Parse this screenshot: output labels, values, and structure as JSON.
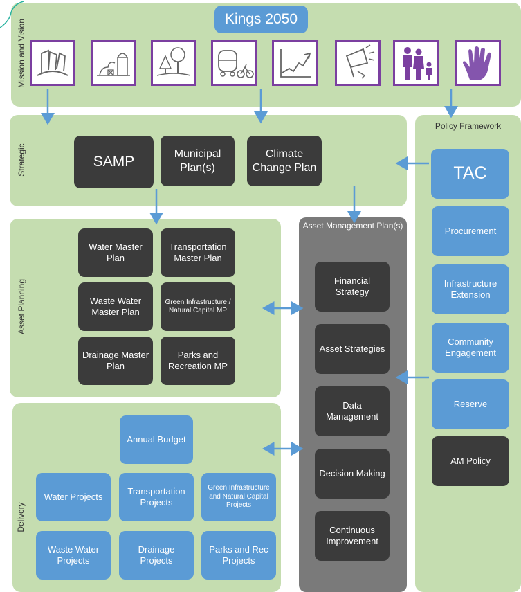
{
  "title": "Kings 2050",
  "sections": {
    "mission": "Mission and Vision",
    "strategic": "Strategic",
    "asset_planning": "Asset Planning",
    "delivery": "Delivery",
    "policy": "Policy Framework",
    "amp": "Asset Management Plan(s)"
  },
  "icons": [
    "buildings-icon",
    "barn-icon",
    "trees-icon",
    "transit-icon",
    "growth-chart-icon",
    "megaphone-icon",
    "family-icon",
    "hand-icon"
  ],
  "strategic": {
    "samp": "SAMP",
    "municipal": "Municipal Plan(s)",
    "climate": "Climate Change Plan"
  },
  "asset_planning": {
    "water": "Water Master Plan",
    "transportation": "Transportation Master Plan",
    "wastewater": "Waste Water Master Plan",
    "green": "Green Infrastructure / Natural Capital MP",
    "drainage": "Drainage Master Plan",
    "parks": "Parks and Recreation MP"
  },
  "amp": {
    "financial": "Financial Strategy",
    "strategies": "Asset Strategies",
    "data": "Data Management",
    "decision": "Decision Making",
    "continuous": "Continuous Improvement"
  },
  "policy": {
    "tac": "TAC",
    "procurement": "Procurement",
    "extension": "Infrastructure Extension",
    "engagement": "Community Engagement",
    "reserve": "Reserve",
    "am_policy": "AM Policy"
  },
  "delivery": {
    "budget": "Annual Budget",
    "water": "Water Projects",
    "transportation": "Transportation Projects",
    "green": "Green Infrastructure and Natural Capital Projects",
    "wastewater": "Waste Water Projects",
    "drainage": "Drainage Projects",
    "parks": "Parks and Rec Projects"
  },
  "colors": {
    "panel": "#c5ddb0",
    "dark_box": "#3b3b3b",
    "blue_box": "#5b9bd5",
    "amp_panel": "#7a7a7a",
    "icon_border": "#7b3fa0",
    "arrow": "#5b9bd5"
  }
}
